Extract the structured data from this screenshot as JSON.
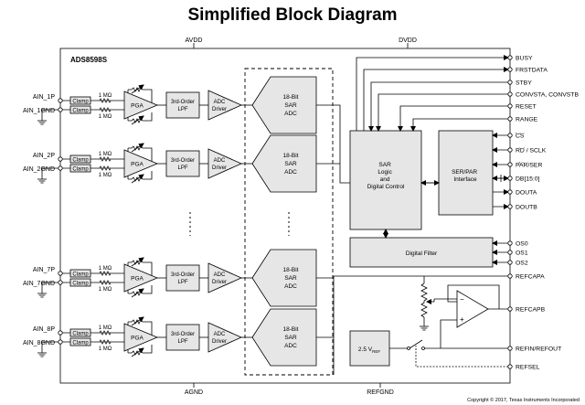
{
  "title": "Simplified Block Diagram",
  "chip": "ADS8598S",
  "supply": {
    "avdd": "AVDD",
    "dvdd": "DVDD",
    "agnd": "AGND",
    "refgnd": "REFGND"
  },
  "copyright": "Copyright © 2017, Texas Instruments Incorporated",
  "channels": [
    {
      "p": "AIN_1P",
      "n": "AIN_1GND"
    },
    {
      "p": "AIN_2P",
      "n": "AIN_2GND"
    },
    {
      "p": "AIN_7P",
      "n": "AIN_7GND"
    },
    {
      "p": "AIN_8P",
      "n": "AIN_8GND"
    }
  ],
  "blocks": {
    "clamp": "Clamp",
    "res": "1 MΩ",
    "pga": "PGA",
    "lpf": [
      "3rd-Order",
      "LPF"
    ],
    "drv": [
      "ADC",
      "Driver"
    ],
    "adc": [
      "18-Bit",
      "SAR",
      "ADC"
    ],
    "sar": [
      "SAR",
      "Logic",
      "and",
      "Digital Control"
    ],
    "ser": [
      "SER/PAR",
      "Interface"
    ],
    "filter": "Digital Filter",
    "vref": "2.5 V",
    "vref_sub": "REF"
  },
  "pins": {
    "busy": "BUSY",
    "frstdata": "FRSTDATA",
    "stby": "STBY",
    "convst": "CONVSTA, CONVSTB",
    "reset": "RESET",
    "range": "RANGE",
    "cs": "CS",
    "rd": "RD",
    "sclk": " / SCLK",
    "par": "PAR",
    "ser": "/SER",
    "db": "DB[15:0]",
    "douta": "DOUTA",
    "doutb": "DOUTB",
    "os0": "OS0",
    "os1": "OS1",
    "os2": "OS2",
    "refcapa": "REFCAPA",
    "refcapb": "REFCAPB",
    "refin": "REFIN/REFOUT",
    "refsel": "REFSEL"
  }
}
